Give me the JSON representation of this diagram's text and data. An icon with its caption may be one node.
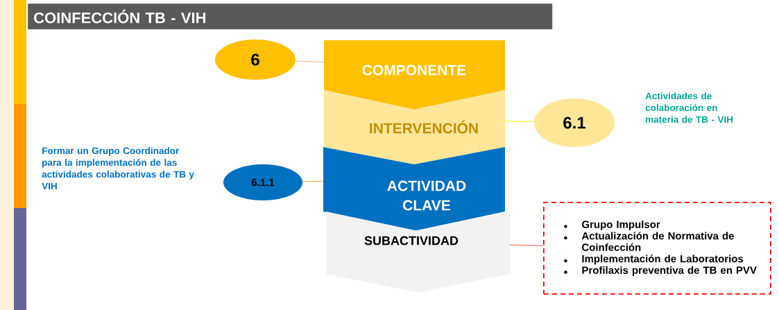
{
  "diagram": {
    "title": "COINFECCIÓN TB - VIH",
    "nodes": [
      {
        "text": [
          "6"
        ]
      },
      {
        "text": [
          "COMPONENTE"
        ]
      },
      {
        "text": [
          "INTERVENCIÓN"
        ]
      },
      {
        "text": [
          "6.1"
        ]
      },
      {
        "text": [
          "ACTIVIDAD CLAVE"
        ]
      },
      {
        "text": [
          "6.1.1"
        ]
      },
      {
        "text": [
          "SUBACTIVIDAD"
        ]
      },
      {
        "text": [
          "Grupo Impulsor",
          "Actualización de Normativa de Coinfección",
          "Implementación de Laboratorios",
          "Profilaxis preventiva de TB en PVV"
        ]
      }
    ],
    "edges": [
      {
        "from": 0,
        "to": 1,
        "arrow": "none",
        "color": "#f4b183"
      },
      {
        "from": 2,
        "to": 3,
        "arrow": "none",
        "color": "#ffff00"
      },
      {
        "from": 5,
        "to": 4,
        "arrow": "none",
        "color": "#f4a030"
      },
      {
        "from": 6,
        "to": 7,
        "arrow": "none",
        "color": "#ff5050"
      }
    ],
    "labels": [
      "Actividades de colaboración en materia de TB - VIH",
      "Formar un Grupo Coordinador para la implementación de las actividades colaborativas de TB y VIH"
    ]
  }
}
